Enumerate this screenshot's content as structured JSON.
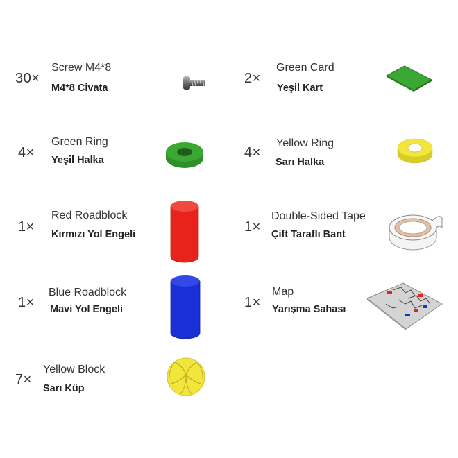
{
  "items": [
    {
      "qty": "30×",
      "name_en": "Screw M4*8",
      "name_tr": "M4*8 Civata",
      "icon": "screw-icon"
    },
    {
      "qty": "2×",
      "name_en": "Green Card",
      "name_tr": "Yeşil Kart",
      "icon": "green-card-icon"
    },
    {
      "qty": "4×",
      "name_en": "Green Ring",
      "name_tr": "Yeşil Halka",
      "icon": "green-ring-icon"
    },
    {
      "qty": "4×",
      "name_en": "Yellow Ring",
      "name_tr": "Sarı Halka",
      "icon": "yellow-ring-icon"
    },
    {
      "qty": "1×",
      "name_en": "Red Roadblock",
      "name_tr": "Kırmızı Yol Engeli",
      "icon": "red-roadblock-icon"
    },
    {
      "qty": "1×",
      "name_en": "Double-Sided Tape",
      "name_tr": "Çift Taraflı Bant",
      "icon": "tape-icon"
    },
    {
      "qty": "1×",
      "name_en": "Blue Roadblock",
      "name_tr": "Mavi Yol Engeli",
      "icon": "blue-roadblock-icon"
    },
    {
      "qty": "1×",
      "name_en": "Map",
      "name_tr": "Yarışma Sahası",
      "icon": "map-icon"
    },
    {
      "qty": "7×",
      "name_en": "Yellow Block",
      "name_tr": "Sarı Küp",
      "icon": "yellow-block-icon"
    }
  ],
  "colors": {
    "green": "#3aa832",
    "yellow": "#f2e63a",
    "red": "#e8231c",
    "blue": "#1a2fd6"
  }
}
